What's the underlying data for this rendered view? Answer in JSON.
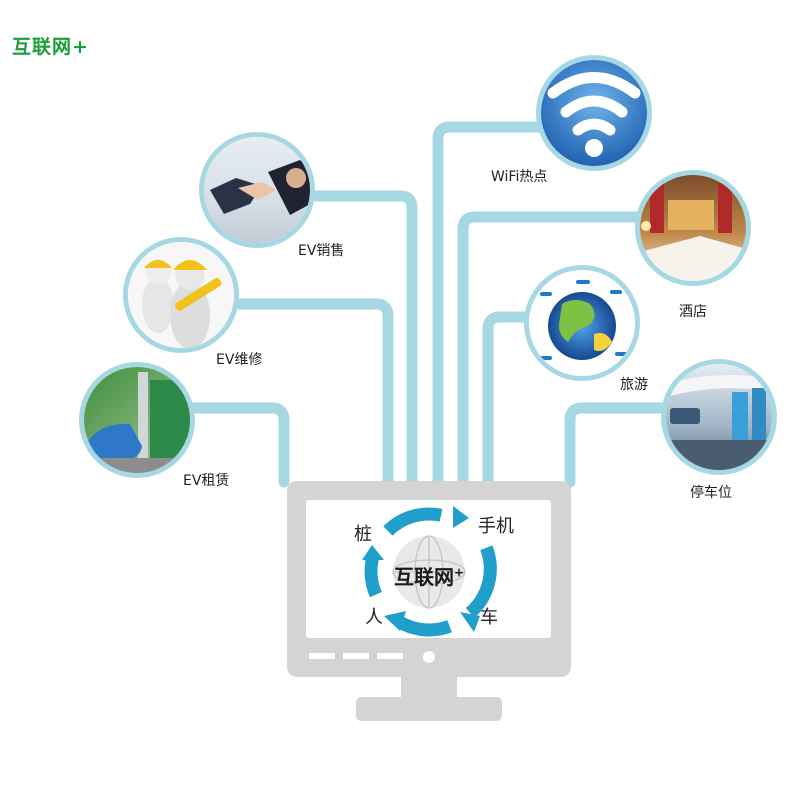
{
  "title": "互联网+",
  "hub": {
    "text": "互联网",
    "sup": "+"
  },
  "cycle_words": {
    "top_left": "桩",
    "top_right": "手机",
    "bottom_left": "人",
    "bottom_right": "车"
  },
  "nodes": [
    {
      "id": "ev-sales",
      "label": "EV销售",
      "photo": "handshake"
    },
    {
      "id": "ev-repair",
      "label": "EV维修",
      "photo": "workers"
    },
    {
      "id": "ev-rental",
      "label": "EV租赁",
      "photo": "charging-station"
    },
    {
      "id": "wifi",
      "label": "WiFi热点",
      "photo": "wifi-cloud"
    },
    {
      "id": "hotel",
      "label": "酒店",
      "photo": "hotel-room"
    },
    {
      "id": "travel",
      "label": "旅游",
      "photo": "globe"
    },
    {
      "id": "parking",
      "label": "停车位",
      "photo": "parking-garage"
    }
  ],
  "colors": {
    "line": "#a6d8e3",
    "ring": "#a6d8e3",
    "monitor": "#d4d4d4",
    "arrow": "#1f9fc9",
    "title": "#1a9e3a"
  }
}
